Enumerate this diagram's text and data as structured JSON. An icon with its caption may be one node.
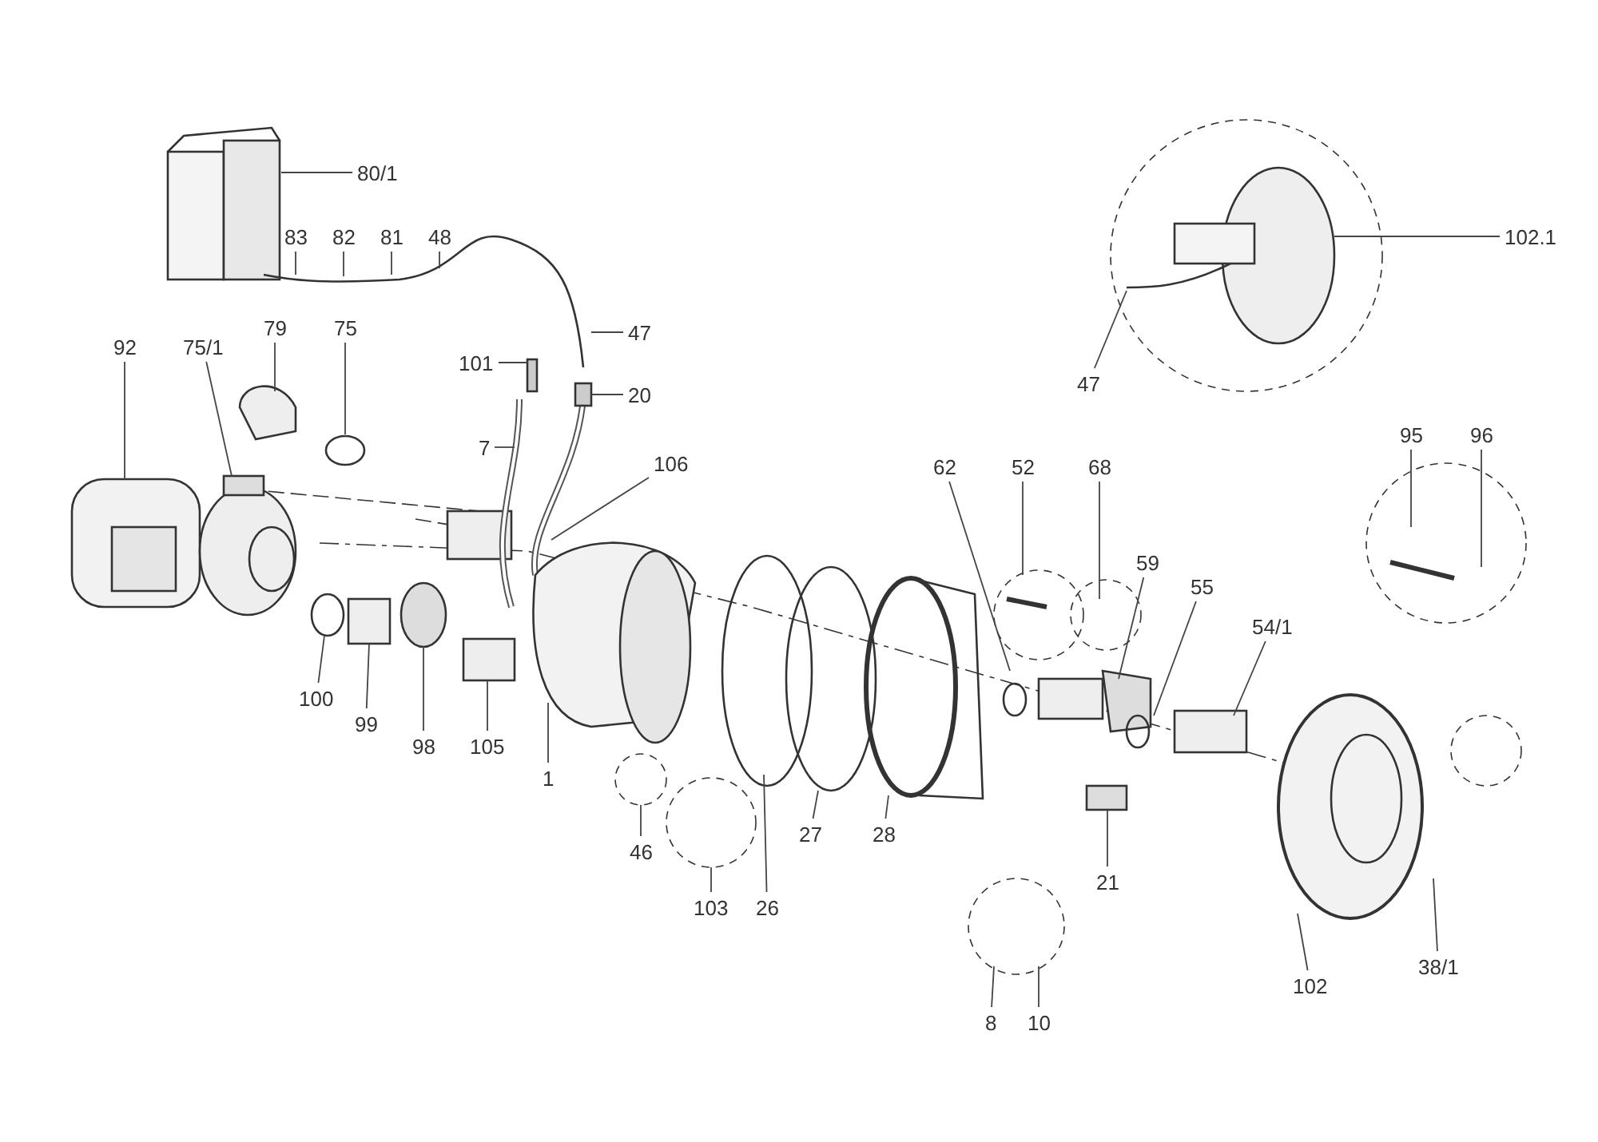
{
  "diagram": {
    "nodes": [
      {
        "text": [
          "80/1"
        ]
      },
      {
        "text": [
          "102.1"
        ]
      },
      {
        "text": [
          "83"
        ]
      },
      {
        "text": [
          "81"
        ]
      },
      {
        "text": [
          "82"
        ]
      },
      {
        "text": [
          "48"
        ]
      },
      {
        "text": [
          "79"
        ]
      },
      {
        "text": [
          "75"
        ]
      },
      {
        "text": [
          "47"
        ]
      },
      {
        "text": [
          "92"
        ]
      },
      {
        "text": [
          "75/1"
        ]
      },
      {
        "text": [
          "101"
        ]
      },
      {
        "text": [
          "20"
        ]
      },
      {
        "text": [
          "47"
        ]
      },
      {
        "text": [
          "7"
        ]
      },
      {
        "text": [
          "106"
        ]
      },
      {
        "text": [
          "95"
        ]
      },
      {
        "text": [
          "96"
        ]
      },
      {
        "text": [
          "62"
        ]
      },
      {
        "text": [
          "52"
        ]
      },
      {
        "text": [
          "68"
        ]
      },
      {
        "text": [
          "59"
        ]
      },
      {
        "text": [
          "55"
        ]
      },
      {
        "text": [
          "54/1"
        ]
      },
      {
        "text": [
          "100"
        ]
      },
      {
        "text": [
          "99"
        ]
      },
      {
        "text": [
          "98"
        ]
      },
      {
        "text": [
          "105"
        ]
      },
      {
        "text": [
          "1"
        ]
      },
      {
        "text": [
          "27"
        ]
      },
      {
        "text": [
          "28"
        ]
      },
      {
        "text": [
          "46"
        ]
      },
      {
        "text": [
          "21"
        ]
      },
      {
        "text": [
          "103"
        ]
      },
      {
        "text": [
          "26"
        ]
      },
      {
        "text": [
          "38/1"
        ]
      },
      {
        "text": [
          "102"
        ]
      },
      {
        "text": [
          "8"
        ]
      },
      {
        "text": [
          "10"
        ]
      }
    ],
    "edges": [
      {
        "from": 0,
        "to": null,
        "arrow": "none"
      },
      {
        "from": 1,
        "to": null,
        "arrow": "none"
      },
      {
        "from": 2,
        "to": null,
        "arrow": "none"
      },
      {
        "from": 3,
        "to": null,
        "arrow": "none"
      },
      {
        "from": 4,
        "to": null,
        "arrow": "none"
      },
      {
        "from": 5,
        "to": null,
        "arrow": "none"
      },
      {
        "from": 6,
        "to": null,
        "arrow": "none"
      },
      {
        "from": 7,
        "to": null,
        "arrow": "none"
      },
      {
        "from": 8,
        "to": null,
        "arrow": "none"
      },
      {
        "from": 9,
        "to": null,
        "arrow": "none"
      },
      {
        "from": 10,
        "to": null,
        "arrow": "none"
      },
      {
        "from": 11,
        "to": null,
        "arrow": "none"
      },
      {
        "from": 12,
        "to": null,
        "arrow": "none"
      },
      {
        "from": 13,
        "to": null,
        "arrow": "none"
      },
      {
        "from": 14,
        "to": null,
        "arrow": "none"
      },
      {
        "from": 15,
        "to": null,
        "arrow": "none"
      },
      {
        "from": 16,
        "to": null,
        "arrow": "none"
      },
      {
        "from": 17,
        "to": null,
        "arrow": "none"
      },
      {
        "from": 18,
        "to": null,
        "arrow": "none"
      },
      {
        "from": 19,
        "to": null,
        "arrow": "none"
      },
      {
        "from": 20,
        "to": null,
        "arrow": "none"
      },
      {
        "from": 21,
        "to": null,
        "arrow": "none"
      },
      {
        "from": 22,
        "to": null,
        "arrow": "none"
      },
      {
        "from": 23,
        "to": null,
        "arrow": "none"
      },
      {
        "from": 24,
        "to": null,
        "arrow": "none"
      },
      {
        "from": 25,
        "to": null,
        "arrow": "none"
      },
      {
        "from": 26,
        "to": null,
        "arrow": "none"
      },
      {
        "from": 27,
        "to": null,
        "arrow": "none"
      },
      {
        "from": 28,
        "to": null,
        "arrow": "none"
      },
      {
        "from": 29,
        "to": null,
        "arrow": "none"
      },
      {
        "from": 30,
        "to": null,
        "arrow": "none"
      },
      {
        "from": 31,
        "to": null,
        "arrow": "none"
      },
      {
        "from": 32,
        "to": null,
        "arrow": "none"
      },
      {
        "from": 33,
        "to": null,
        "arrow": "none"
      },
      {
        "from": 34,
        "to": null,
        "arrow": "none"
      },
      {
        "from": 35,
        "to": null,
        "arrow": "none"
      },
      {
        "from": 36,
        "to": null,
        "arrow": "none"
      },
      {
        "from": 37,
        "to": null,
        "arrow": "none"
      },
      {
        "from": 38,
        "to": null,
        "arrow": "none"
      }
    ]
  }
}
